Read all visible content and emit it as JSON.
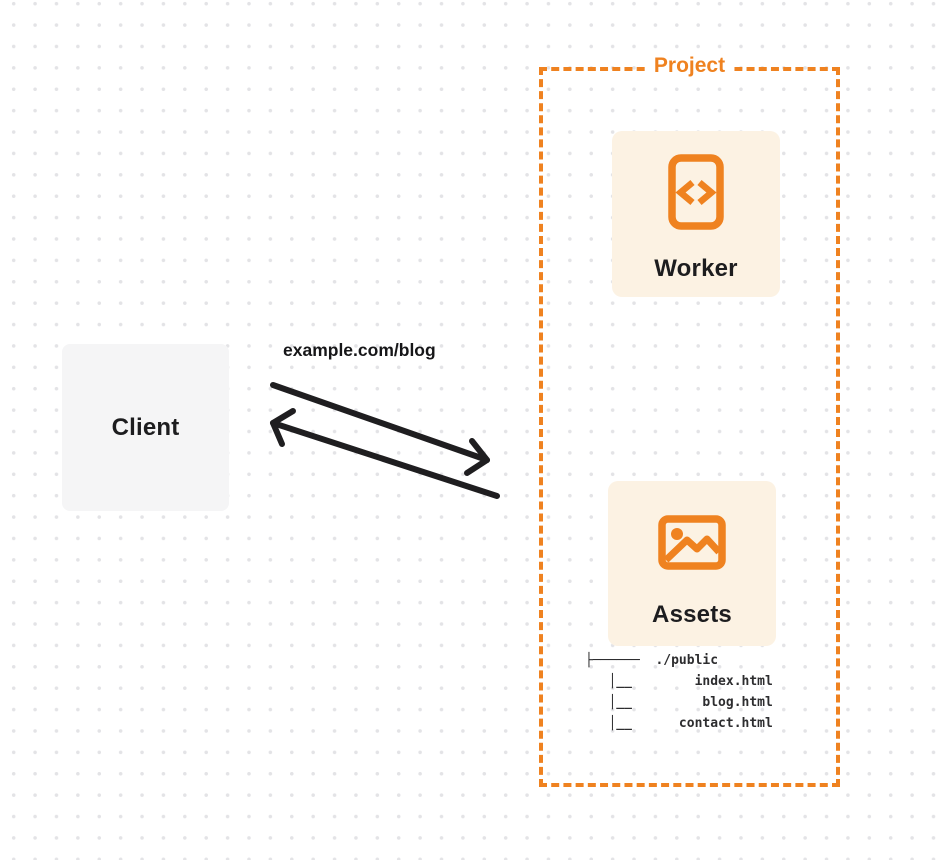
{
  "client": {
    "label": "Client"
  },
  "request": {
    "url": "example.com/blog"
  },
  "project": {
    "label": "Project",
    "worker": {
      "label": "Worker",
      "icon": "code-file-icon"
    },
    "assets": {
      "label": "Assets",
      "icon": "image-icon"
    },
    "file_tree": {
      "root": "./public",
      "files": [
        "index.html",
        "blog.html",
        "contact.html"
      ],
      "lines": [
        "├──────  ./public",
        "   │__        index.html",
        "   │__         blog.html",
        "   │__      contact.html"
      ]
    }
  },
  "colors": {
    "accent_orange": "#ef8220",
    "card_background": "#fcf2e3",
    "client_background": "#f5f5f6",
    "arrow_black": "#1f1e20",
    "text_dark": "#1d1d1f",
    "dot_grid": "#e3e3e6"
  }
}
